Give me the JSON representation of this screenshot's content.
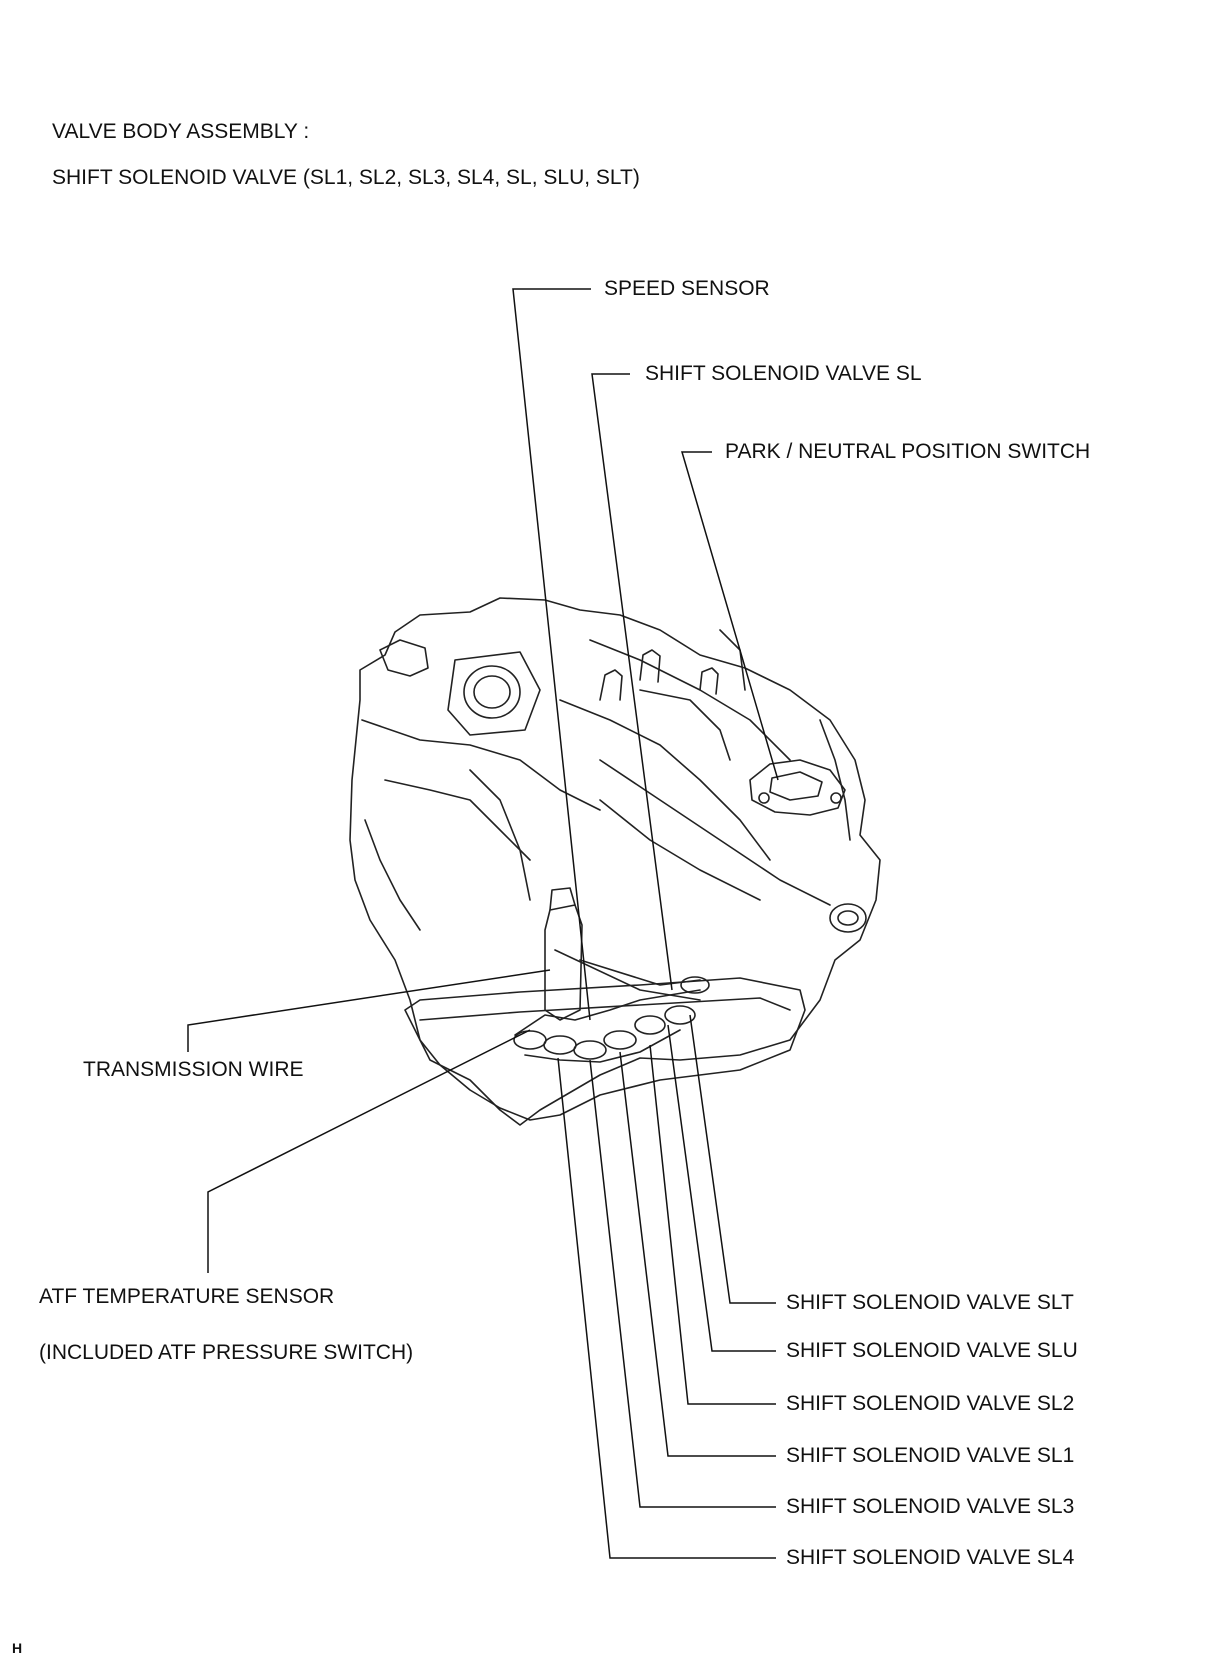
{
  "header": {
    "line1": "VALVE BODY ASSEMBLY :",
    "line2": "SHIFT SOLENOID VALVE (SL1, SL2, SL3, SL4, SL, SLU, SLT)"
  },
  "callouts": {
    "speed_sensor": "SPEED SENSOR",
    "valve_sl": "SHIFT SOLENOID VALVE SL",
    "pnp_switch": "PARK / NEUTRAL POSITION SWITCH",
    "transmission_wire": "TRANSMISSION WIRE",
    "atf_sensor": "ATF TEMPERATURE SENSOR",
    "atf_sensor_note": "(INCLUDED ATF PRESSURE SWITCH)",
    "valve_slt": "SHIFT SOLENOID VALVE SLT",
    "valve_slu": "SHIFT SOLENOID VALVE SLU",
    "valve_sl2": "SHIFT SOLENOID VALVE SL2",
    "valve_sl1": "SHIFT SOLENOID VALVE SL1",
    "valve_sl3": "SHIFT SOLENOID VALVE SL3",
    "valve_sl4": "SHIFT SOLENOID VALVE SL4"
  },
  "footer": {
    "mark": "H"
  }
}
